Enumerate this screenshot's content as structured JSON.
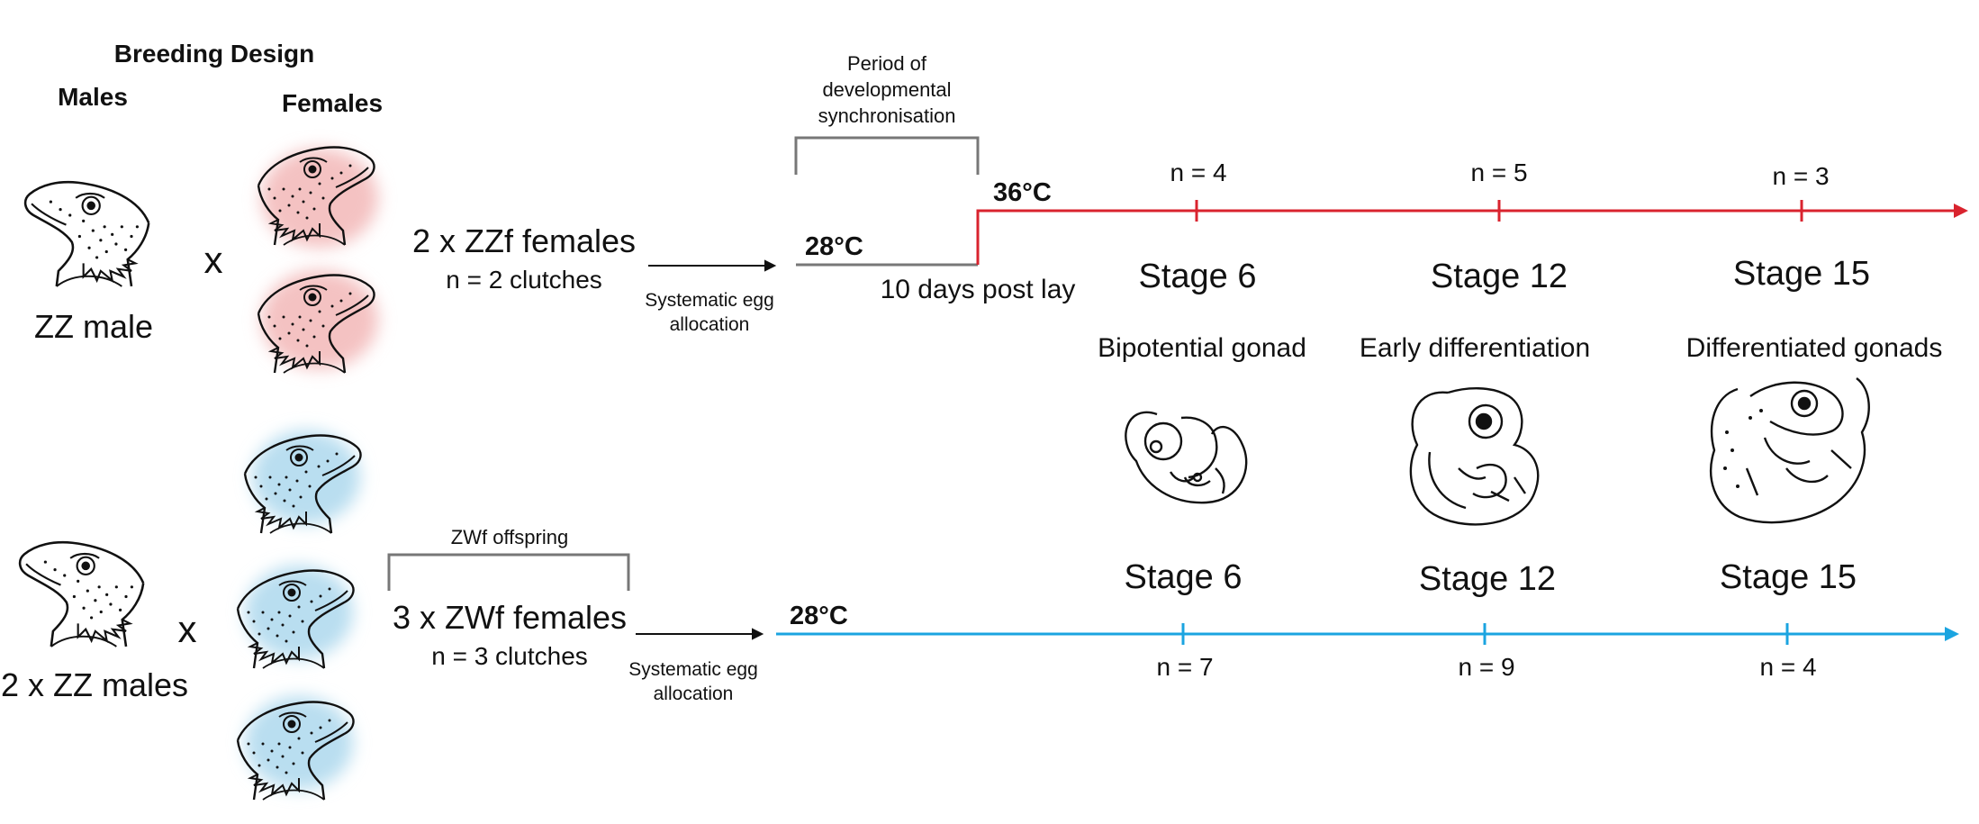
{
  "breeding": {
    "title": "Breeding Design",
    "males_label": "Males",
    "females_label": "Females",
    "cross_symbol": "x"
  },
  "zz_cross": {
    "male_label": "ZZ male",
    "female_label": "2 x ZZf females",
    "clutch_label": "n = 2 clutches",
    "allocation_label_1": "Systematic egg",
    "allocation_label_2": "allocation",
    "sync_label_1": "Period of",
    "sync_label_2": "developmental",
    "sync_label_3": "synchronisation",
    "start_temp": "28°C",
    "shift_temp": "36°C",
    "shift_time": "10 days post lay",
    "line_color": "#d9232e",
    "stages": [
      {
        "n": "n = 4",
        "stage": "Stage 6"
      },
      {
        "n": "n = 5",
        "stage": "Stage 12"
      },
      {
        "n": "n = 3",
        "stage": "Stage 15"
      }
    ]
  },
  "zw_cross": {
    "male_label": "2 x ZZ males",
    "offspring_label": "ZWf offspring",
    "female_label": "3 x ZWf females",
    "clutch_label": "n = 3 clutches",
    "allocation_label_1": "Systematic egg",
    "allocation_label_2": "allocation",
    "temp": "28°C",
    "line_color": "#1ba4e0",
    "stages": [
      {
        "stage": "Stage 6",
        "n": "n = 7"
      },
      {
        "stage": "Stage 12",
        "n": "n = 9"
      },
      {
        "stage": "Stage 15",
        "n": "n = 4"
      }
    ]
  },
  "embryos": [
    {
      "description": "Bipotential gonad",
      "icon": "embryo-stage-6-icon"
    },
    {
      "description": "Early differentiation",
      "icon": "embryo-stage-12-icon"
    },
    {
      "description": "Differentiated gonads",
      "icon": "embryo-stage-15-icon"
    }
  ],
  "colors": {
    "zz_female_glow": "#f4c2c2",
    "zw_female_glow": "#b9def0",
    "bracket": "#777777",
    "red_line": "#d9232e",
    "blue_line": "#1ba4e0"
  }
}
